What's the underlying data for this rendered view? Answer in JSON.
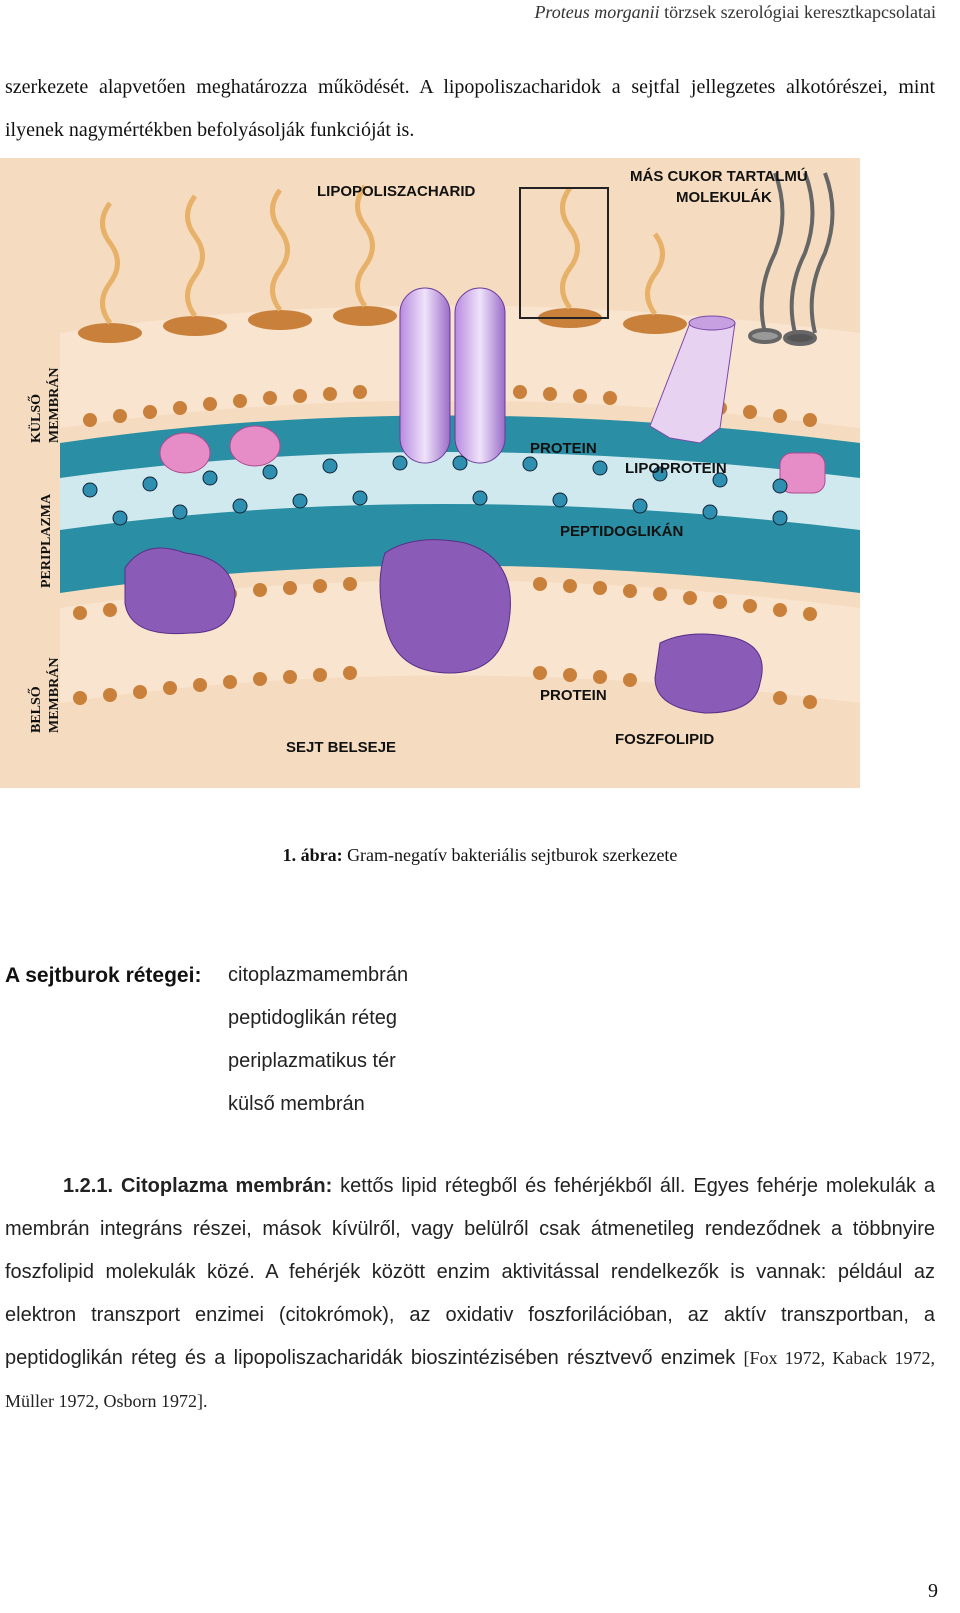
{
  "header": {
    "title_italic": "Proteus morganii",
    "title_rest": " törzsek szerológiai keresztkapcsolatai"
  },
  "intro": {
    "text": "szerkezete alapvetően meghatározza működését. A lipopoliszacharidok a sejtfal jellegzetes alkotórészei, mint ilyenek nagymértékben befolyásolják funkcióját is."
  },
  "figure": {
    "labels": {
      "lipopoliszacharid": "LIPOPOLISZACHARID",
      "mas_cukor_1": "MÁS CUKOR TARTALMÚ",
      "mas_cukor_2": "MOLEKULÁK",
      "kulso_1": "KÜLSŐ",
      "kulso_2": "MEMBRÁN",
      "periplazma": "PERIPLAZMA",
      "belso_1": "BELSŐ",
      "belso_2": "MEMBRÁN",
      "protein_top": "PROTEIN",
      "lipoprotein": "LIPOPROTEIN",
      "peptidoglikan": "PEPTIDOGLIKÁN",
      "protein_bottom": "PROTEIN",
      "sejt_belseje": "SEJT BELSEJE",
      "foszfolipid": "FOSZFOLIPID"
    },
    "colors": {
      "outer_bg": "#f3d6b4",
      "head": "#c9803a",
      "periplasm": "#2a8fa4",
      "peptidoglycan": "#cfe9ef",
      "protein": "#8a5cb8",
      "lps": "#e8b16a",
      "lipoprotein": "#e68cc6"
    }
  },
  "caption": {
    "label": "1. ábra:",
    "text": " Gram-negatív bakteriális sejtburok szerkezete"
  },
  "layers": {
    "label": "A sejtburok rétegei:",
    "items": [
      "citoplazmamembrán",
      "peptidoglikán réteg",
      "periplazmatikus tér",
      "külső membrán"
    ]
  },
  "section": {
    "number": "1.2.1.",
    "title": "Citoplazma membrán:",
    "body": " kettős lipid rétegből és fehérjékből áll. Egyes fehérje molekulák a membrán integráns részei, mások kívülről, vagy belülről csak átmenetileg rendeződnek a többnyire foszfolipid molekulák közé. A fehérjék között enzim aktivitással rendelkezők is vannak: például az elektron transzport enzimei (citokrómok), az oxidativ foszforilációban, az aktív transzportban, a peptidoglikán réteg és a lipopoliszacharidák bioszintézisében résztvevő enzimek ",
    "refs": "[Fox 1972, Kaback 1972, Müller 1972, Osborn 1972]."
  },
  "page_number": "9"
}
